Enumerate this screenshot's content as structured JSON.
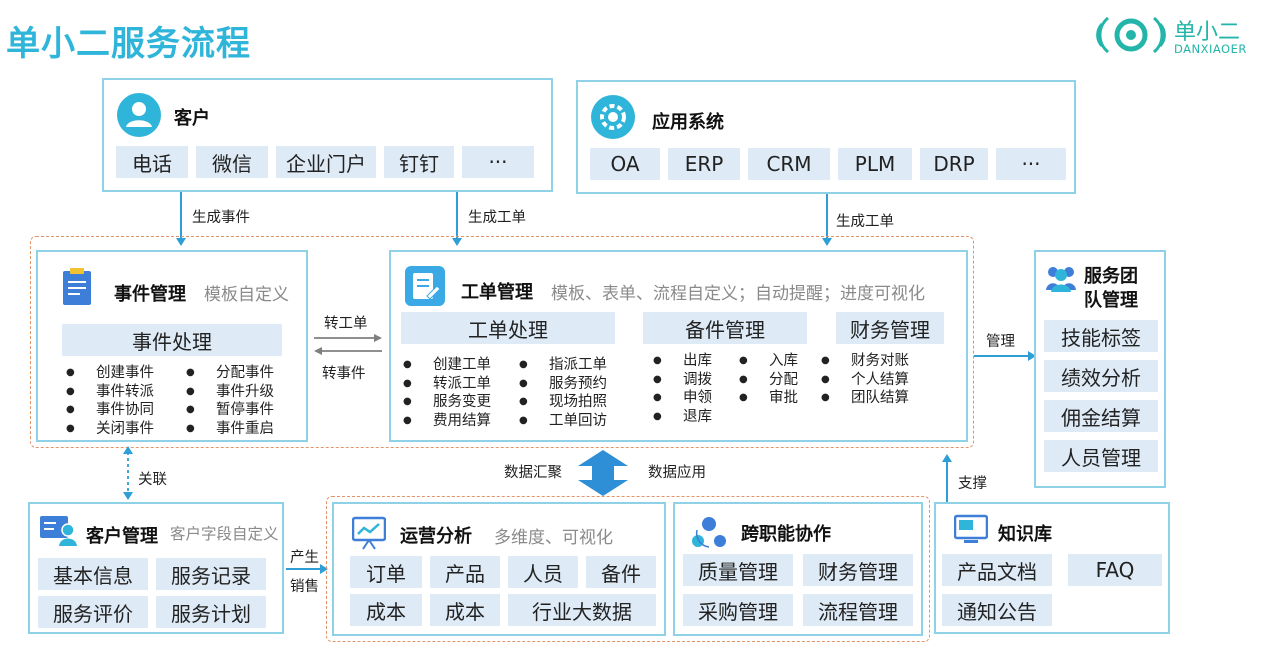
{
  "title": "单小二服务流程",
  "logo": {
    "name": "单小二",
    "sub": "DANXIAOER"
  },
  "customer": {
    "title": "客户",
    "channels": [
      "电话",
      "微信",
      "企业门户",
      "钉钉",
      "···"
    ]
  },
  "appsys": {
    "title": "应用系统",
    "systems": [
      "OA",
      "ERP",
      "CRM",
      "PLM",
      "DRP",
      "···"
    ]
  },
  "flows": {
    "gen_event": "生成事件",
    "gen_order1": "生成工单",
    "gen_order2": "生成工单",
    "to_order": "转工单",
    "to_event": "转事件",
    "manage": "管理",
    "relate": "关联",
    "data_gather": "数据汇聚",
    "data_apply": "数据应用",
    "support": "支撑",
    "produce": "产生",
    "sales": "销售"
  },
  "event": {
    "title": "事件管理",
    "subtitle": "模板自定义",
    "section": "事件处理",
    "col1": [
      "创建事件",
      "事件转派",
      "事件协同",
      "关闭事件"
    ],
    "col2": [
      "分配事件",
      "事件升级",
      "暂停事件",
      "事件重启"
    ]
  },
  "workorder": {
    "title": "工单管理",
    "subtitle": "模板、表单、流程自定义；自动提醒；进度可视化",
    "handling": "工单处理",
    "spare": "备件管理",
    "finance": "财务管理",
    "h_col1": [
      "创建工单",
      "转派工单",
      "服务变更",
      "费用结算"
    ],
    "h_col2": [
      "指派工单",
      "服务预约",
      "现场拍照",
      "工单回访"
    ],
    "s_col1": [
      "出库",
      "调拨",
      "申领",
      "退库"
    ],
    "s_col2": [
      "入库",
      "分配",
      "审批"
    ],
    "f_col": [
      "财务对账",
      "个人结算",
      "团队结算"
    ]
  },
  "team": {
    "title_line1": "服务团",
    "title_line2": "队管理",
    "items": [
      "技能标签",
      "绩效分析",
      "佣金结算",
      "人员管理"
    ]
  },
  "custmgmt": {
    "title": "客户管理",
    "subtitle": "客户字段自定义",
    "items": [
      "基本信息",
      "服务记录",
      "服务评价",
      "服务计划"
    ]
  },
  "ops": {
    "title": "运营分析",
    "subtitle": "多维度、可视化",
    "row1": [
      "订单",
      "产品",
      "人员",
      "备件"
    ],
    "row2": [
      "成本",
      "成本",
      "行业大数据"
    ]
  },
  "cross": {
    "title": "跨职能协作",
    "items": [
      "质量管理",
      "财务管理",
      "采购管理",
      "流程管理"
    ]
  },
  "kb": {
    "title": "知识库",
    "items": [
      "产品文档",
      "FAQ",
      "通知公告"
    ]
  },
  "colors": {
    "accent": "#2fb5d9",
    "border": "#8fd1e6",
    "cell": "#deebf7",
    "dashed": "#e0946a",
    "arrow": "#2e9ed6"
  }
}
